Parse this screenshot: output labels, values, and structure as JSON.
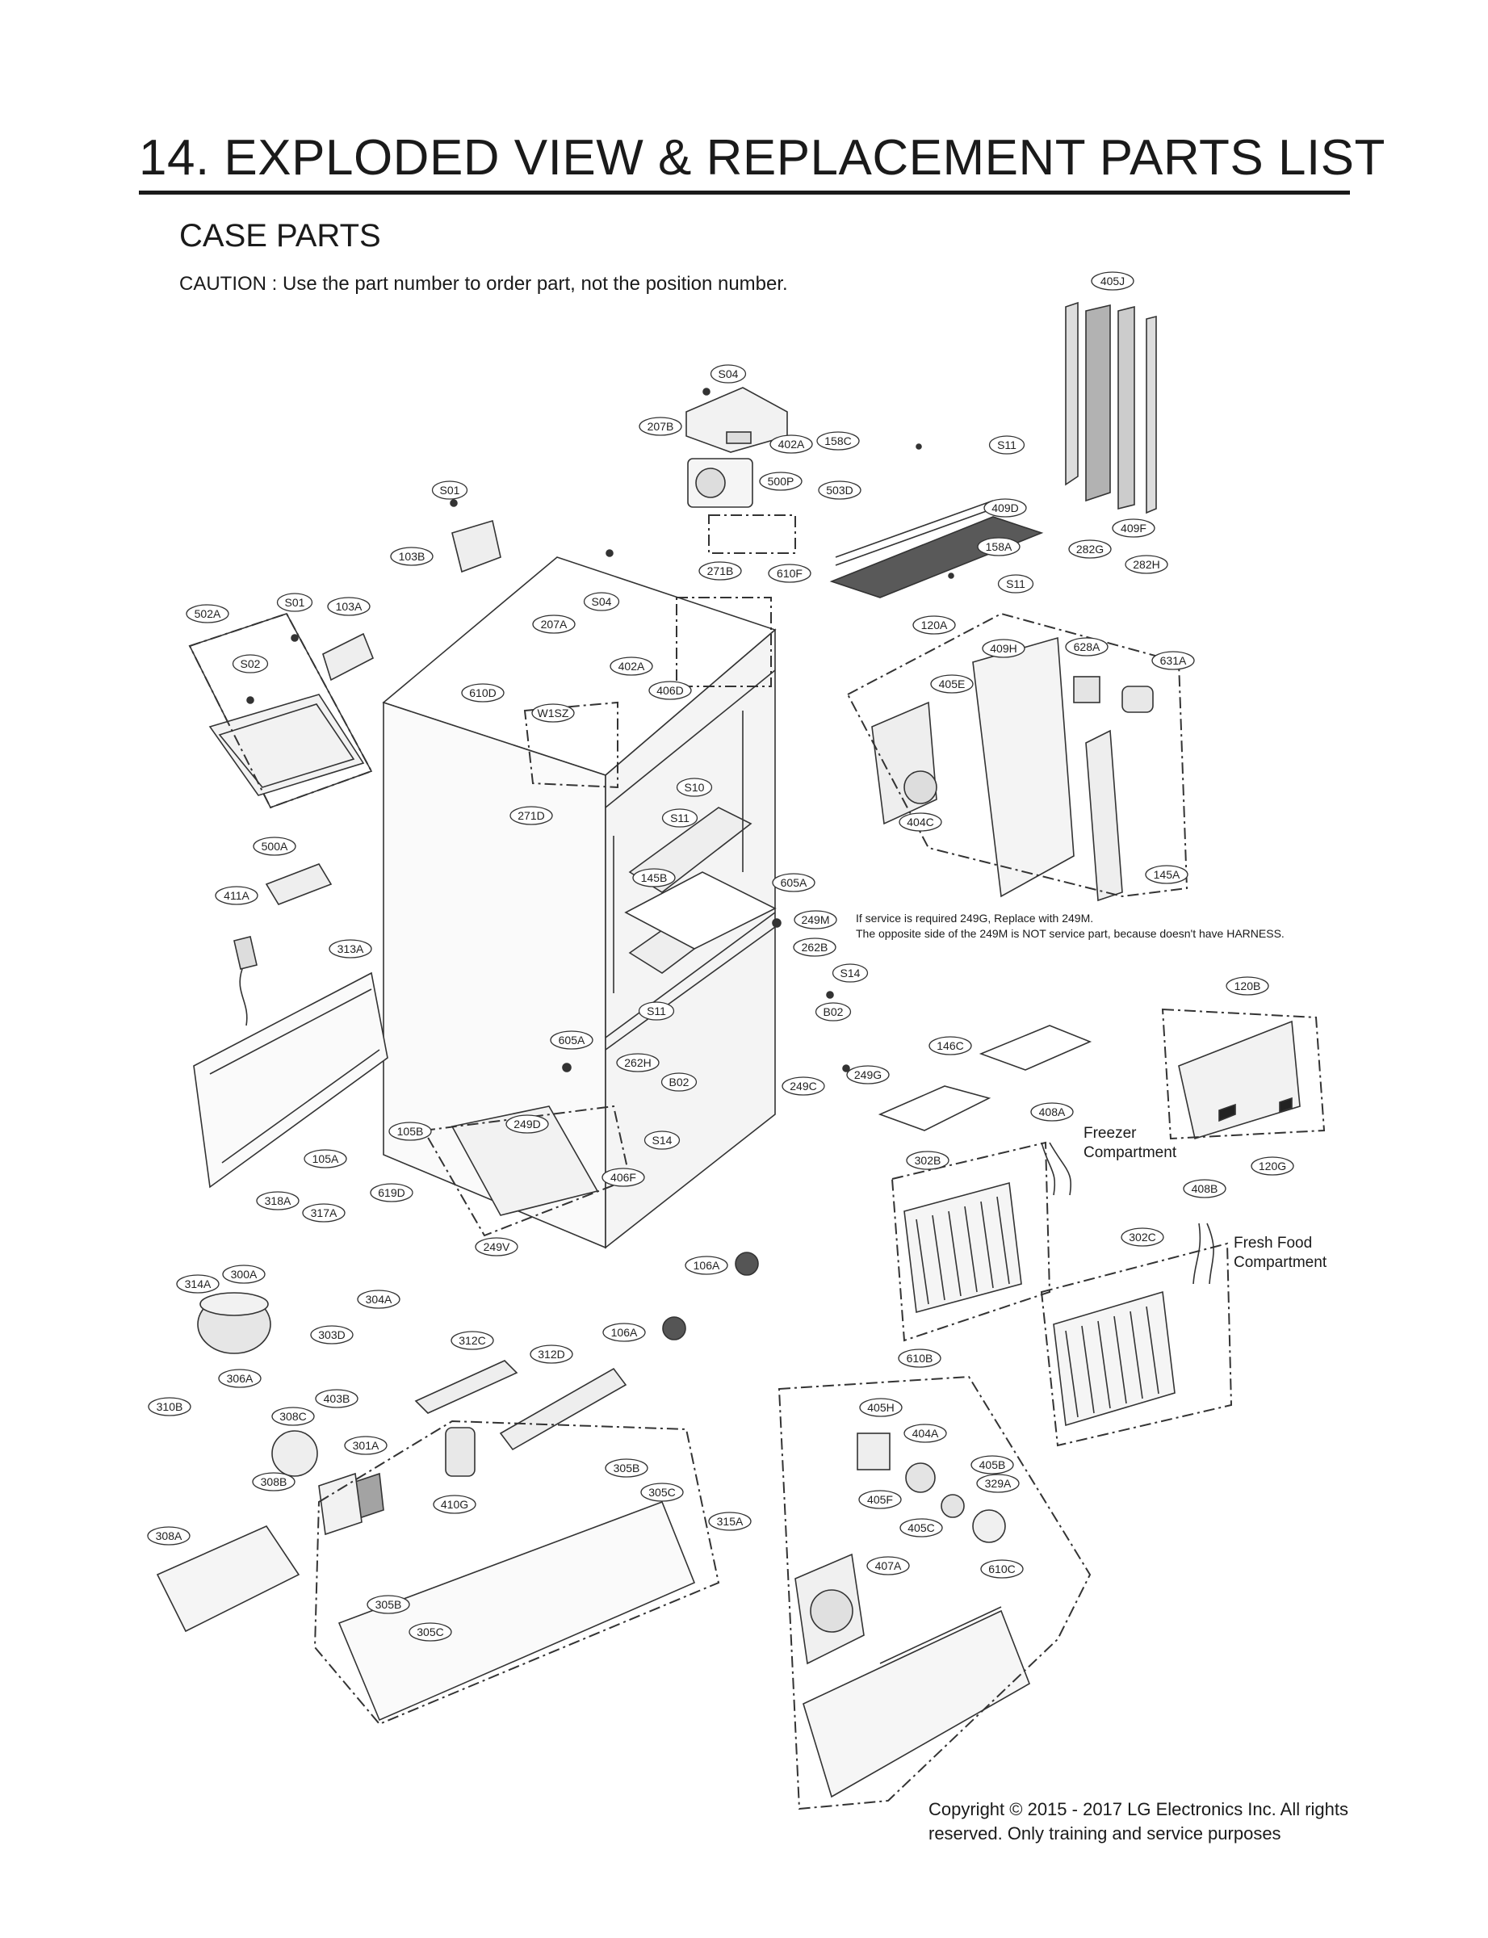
{
  "page": {
    "title": "14. EXPLODED VIEW & REPLACEMENT PARTS LIST",
    "subtitle": "CASE PARTS",
    "caution": "CAUTION : Use the part number to order part, not the position number."
  },
  "notes": {
    "line1": "If service is required 249G, Replace with 249M.",
    "line2": "The opposite side of the 249M is NOT service part, because doesn't have HARNESS."
  },
  "compartments": {
    "freezer": [
      "Freezer",
      "Compartment"
    ],
    "fresh_food": [
      "Fresh Food",
      "Compartment"
    ]
  },
  "copyright": {
    "line1": "Copyright © 2015 - 2017 LG Electronics Inc. All rights",
    "line2": "reserved. Only training and service purposes"
  },
  "callouts": [
    {
      "id": "405J"
    },
    {
      "id": "S04"
    },
    {
      "id": "207B"
    },
    {
      "id": "402A"
    },
    {
      "id": "158C"
    },
    {
      "id": "S11"
    },
    {
      "id": "500P"
    },
    {
      "id": "503D"
    },
    {
      "id": "409D"
    },
    {
      "id": "409F"
    },
    {
      "id": "S01"
    },
    {
      "id": "158A"
    },
    {
      "id": "282G"
    },
    {
      "id": "282H"
    },
    {
      "id": "103B"
    },
    {
      "id": "271B"
    },
    {
      "id": "610F"
    },
    {
      "id": "S11"
    },
    {
      "id": "S04"
    },
    {
      "id": "S01"
    },
    {
      "id": "103A"
    },
    {
      "id": "502A"
    },
    {
      "id": "207A"
    },
    {
      "id": "120A"
    },
    {
      "id": "409H"
    },
    {
      "id": "628A"
    },
    {
      "id": "631A"
    },
    {
      "id": "S02"
    },
    {
      "id": "402A"
    },
    {
      "id": "405E"
    },
    {
      "id": "610D"
    },
    {
      "id": "406D"
    },
    {
      "id": "W1SZ"
    },
    {
      "id": "S10"
    },
    {
      "id": "271D"
    },
    {
      "id": "S11"
    },
    {
      "id": "404C"
    },
    {
      "id": "500A"
    },
    {
      "id": "145B"
    },
    {
      "id": "605A"
    },
    {
      "id": "145A"
    },
    {
      "id": "411A"
    },
    {
      "id": "249M"
    },
    {
      "id": "262B"
    },
    {
      "id": "313A"
    },
    {
      "id": "S14"
    },
    {
      "id": "120B"
    },
    {
      "id": "S11"
    },
    {
      "id": "B02"
    },
    {
      "id": "605A"
    },
    {
      "id": "146C"
    },
    {
      "id": "262H"
    },
    {
      "id": "249G"
    },
    {
      "id": "B02"
    },
    {
      "id": "249C"
    },
    {
      "id": "408A"
    },
    {
      "id": "249D"
    },
    {
      "id": "105B"
    },
    {
      "id": "S14"
    },
    {
      "id": "105A"
    },
    {
      "id": "302B"
    },
    {
      "id": "120G"
    },
    {
      "id": "406F"
    },
    {
      "id": "619D"
    },
    {
      "id": "408B"
    },
    {
      "id": "318A"
    },
    {
      "id": "317A"
    },
    {
      "id": "302C"
    },
    {
      "id": "249V"
    },
    {
      "id": "106A"
    },
    {
      "id": "314A"
    },
    {
      "id": "300A"
    },
    {
      "id": "304A"
    },
    {
      "id": "303D"
    },
    {
      "id": "106A"
    },
    {
      "id": "312C"
    },
    {
      "id": "312D"
    },
    {
      "id": "610B"
    },
    {
      "id": "306A"
    },
    {
      "id": "310B"
    },
    {
      "id": "403B"
    },
    {
      "id": "405H"
    },
    {
      "id": "308C"
    },
    {
      "id": "404A"
    },
    {
      "id": "301A"
    },
    {
      "id": "305B"
    },
    {
      "id": "405B"
    },
    {
      "id": "308B"
    },
    {
      "id": "305C"
    },
    {
      "id": "329A"
    },
    {
      "id": "405F"
    },
    {
      "id": "410G"
    },
    {
      "id": "315A"
    },
    {
      "id": "405C"
    },
    {
      "id": "308A"
    },
    {
      "id": "407A"
    },
    {
      "id": "610C"
    },
    {
      "id": "305B"
    },
    {
      "id": "305C"
    }
  ]
}
